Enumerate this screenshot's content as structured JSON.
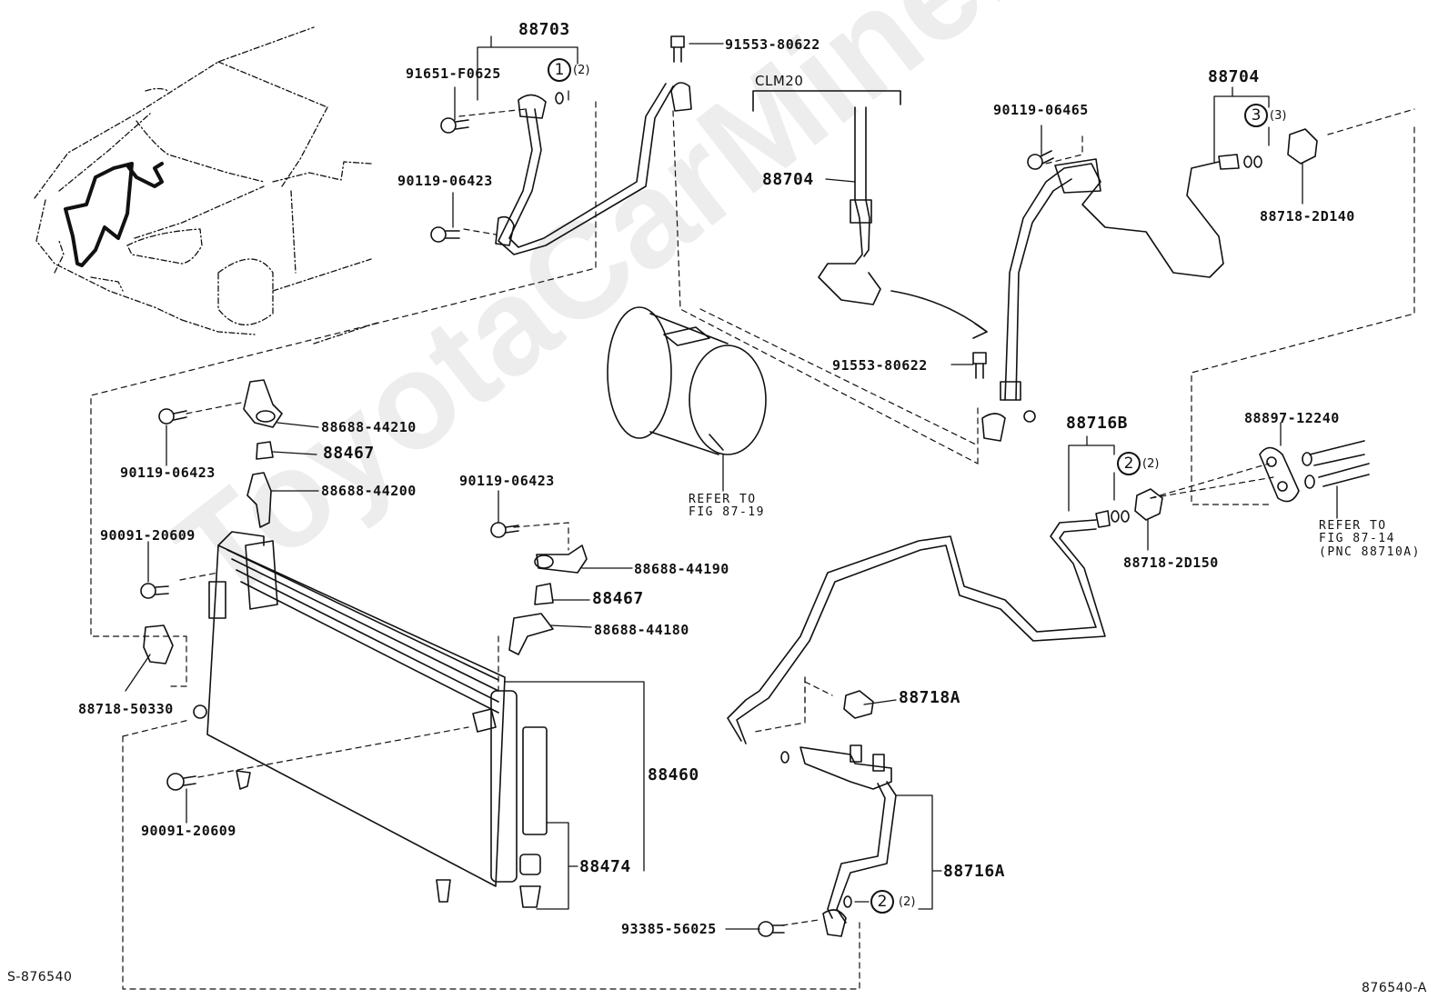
{
  "diagram": {
    "title": "Toyota A/C parts diagram",
    "watermark": "ToyotaCarMine.ru",
    "figure_code_left": "S-876540",
    "figure_code_right": "876540-A"
  },
  "parts": {
    "p88703": "88703",
    "p91651_f0625": "91651-F0625",
    "p90119_06423_top": "90119-06423",
    "p91553_80622_top": "91553-80622",
    "clm20": "CLM20",
    "p88704_left": "88704",
    "p91553_80622_mid": "91553-80622",
    "p90119_06465": "90119-06465",
    "p88704_right": "88704",
    "p88718_2d140": "88718-2D140",
    "p88688_44210": "88688-44210",
    "p90119_06423_left": "90119-06423",
    "p88467_upper": "88467",
    "p88688_44200": "88688-44200",
    "p90091_20609_upper": "90091-20609",
    "p88718_50330": "88718-50330",
    "p90119_06423_mid": "90119-06423",
    "p88688_44190": "88688-44190",
    "p88467_lower": "88467",
    "p88688_44180": "88688-44180",
    "p88460": "88460",
    "p88474": "88474",
    "p90091_20609_lower": "90091-20609",
    "p88716b": "88716B",
    "p88718_2d150": "88718-2D150",
    "p88897_12240": "88897-12240",
    "p88718a": "88718A",
    "p88716a": "88716A",
    "p93385_56025": "93385-56025"
  },
  "references": {
    "compressor_line1": "REFER TO",
    "compressor_line2": "FIG 87-19",
    "evap_line1": "REFER TO",
    "evap_line2": "FIG 87-14",
    "evap_line3": "(PNC 88710A)"
  },
  "callouts": [
    {
      "number": "1",
      "qty": "(2)"
    },
    {
      "number": "3",
      "qty": "(3)"
    },
    {
      "number": "2",
      "qty": "(2)"
    },
    {
      "number": "2",
      "qty": "(2)"
    }
  ]
}
